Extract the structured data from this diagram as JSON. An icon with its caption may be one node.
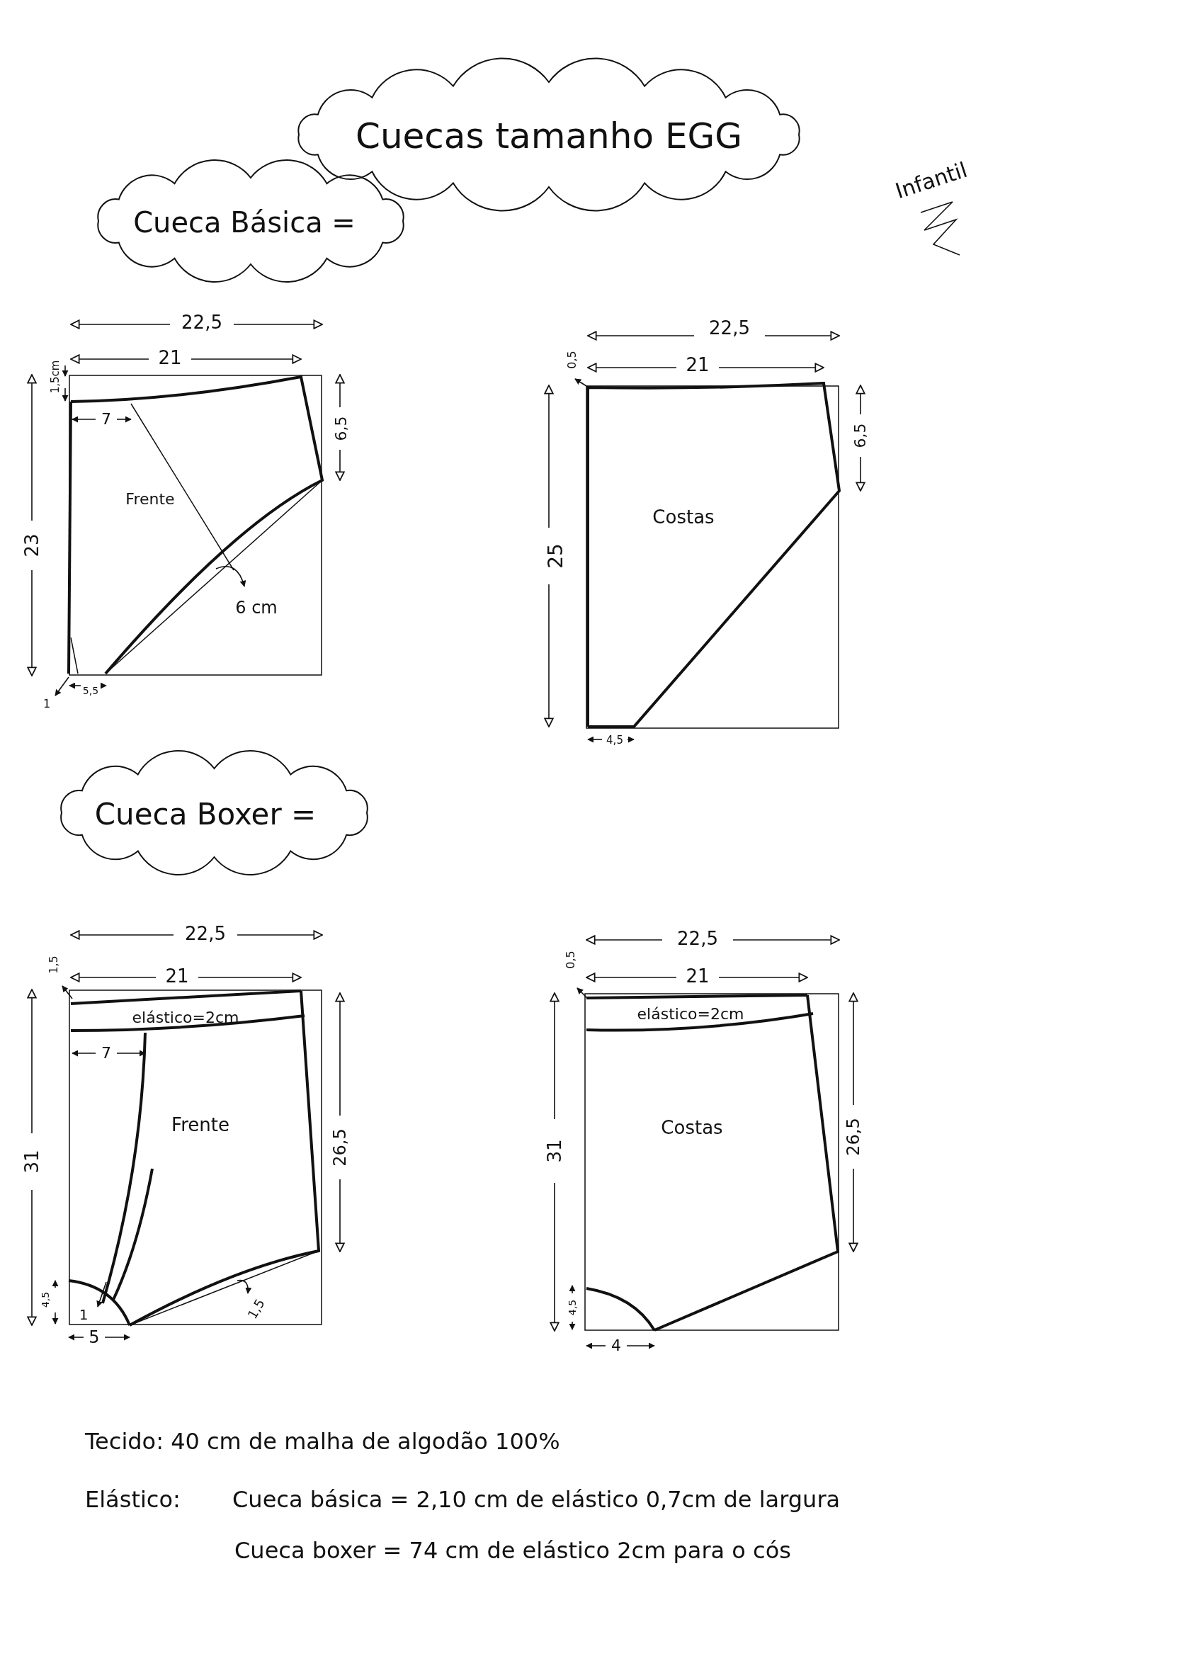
{
  "diagram": {
    "nodes": [
      {
        "text": [
          "Cuecas tamanho EGG"
        ]
      },
      {
        "text": [
          "Cueca Básica ="
        ]
      },
      {
        "text": [
          "Frente"
        ]
      },
      {
        "text": [
          "Costas"
        ]
      },
      {
        "text": [
          "Cueca Boxer ="
        ]
      },
      {
        "text": [
          "elástico=2cm",
          "Frente"
        ]
      },
      {
        "text": [
          "elástico=2cm",
          "Costas"
        ]
      }
    ],
    "labels": [
      "Infantil",
      "22,5",
      "21",
      "1,5cm",
      "7",
      "6,5",
      "23",
      "6 cm",
      "5,5",
      "1",
      "22,5",
      "0,5",
      "21",
      "6,5",
      "25",
      "4,5",
      "22,5",
      "1,5",
      "21",
      "7",
      "26,5",
      "31",
      "4,5",
      "1",
      "1,5",
      "5",
      "22,5",
      "0,5",
      "21",
      "26,5",
      "31",
      "4,5",
      "4",
      "Tecido: 40 cm de malha de algodão 100%",
      "Elástico:",
      "Cueca básica = 2,10 cm de elástico 0,7cm de largura",
      "Cueca boxer = 74 cm de elástico 2cm para o cós"
    ]
  }
}
